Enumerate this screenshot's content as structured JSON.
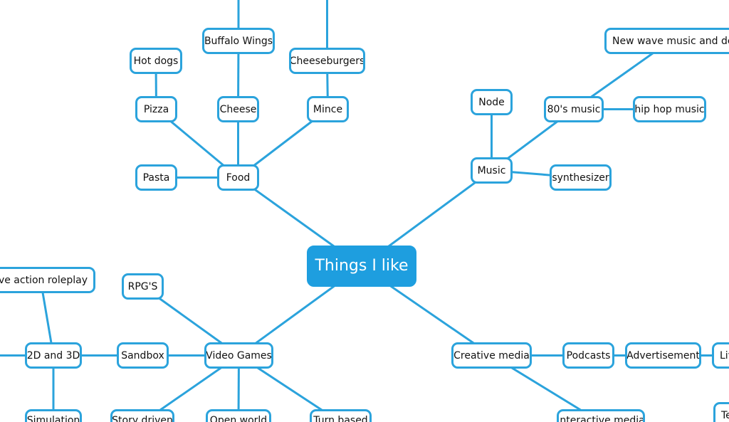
{
  "diagram": {
    "colors": {
      "link": "#2ba3dc",
      "root_fill": "#1e9edf",
      "node_fill": "#ffffff",
      "node_text": "#111111"
    },
    "nodes": [
      {
        "id": "root",
        "label": "Things  I like"
      },
      {
        "id": "food",
        "label": "Food"
      },
      {
        "id": "pasta",
        "label": "Pasta"
      },
      {
        "id": "pizza",
        "label": "Pizza"
      },
      {
        "id": "hotdogs",
        "label": "Hot dogs"
      },
      {
        "id": "cheese",
        "label": "Cheese"
      },
      {
        "id": "buffalo",
        "label": "Buffalo Wings"
      },
      {
        "id": "mince",
        "label": "Mince"
      },
      {
        "id": "cheeseburgers",
        "label": "Cheeseburgers"
      },
      {
        "id": "music",
        "label": "Music"
      },
      {
        "id": "node",
        "label": "Node"
      },
      {
        "id": "80s",
        "label": "80's music"
      },
      {
        "id": "newwave",
        "label": "New wave music and devo"
      },
      {
        "id": "hiphop",
        "label": "hip hop music"
      },
      {
        "id": "synth",
        "label": "synthesizer"
      },
      {
        "id": "videogames",
        "label": "Video Games"
      },
      {
        "id": "rpgs",
        "label": "RPG'S"
      },
      {
        "id": "sandbox",
        "label": "Sandbox"
      },
      {
        "id": "2d3d",
        "label": "2D and 3D"
      },
      {
        "id": "liveaction",
        "label": "(live action   roleplay"
      },
      {
        "id": "simulation",
        "label": "Simulation"
      },
      {
        "id": "storydriven",
        "label": "Story driven"
      },
      {
        "id": "openworld",
        "label": "Open world"
      },
      {
        "id": "turnbased",
        "label": "Turn based"
      },
      {
        "id": "creative",
        "label": "Creative media"
      },
      {
        "id": "podcasts",
        "label": "Podcasts"
      },
      {
        "id": "advertisement",
        "label": "Advertisement"
      },
      {
        "id": "live",
        "label": "Live"
      },
      {
        "id": "interactive",
        "label": "Interactive media"
      },
      {
        "id": "te",
        "label": "Te"
      }
    ],
    "edges": [
      [
        "root",
        "food"
      ],
      [
        "root",
        "music"
      ],
      [
        "root",
        "videogames"
      ],
      [
        "root",
        "creative"
      ],
      [
        "food",
        "pasta"
      ],
      [
        "food",
        "pizza"
      ],
      [
        "food",
        "cheese"
      ],
      [
        "food",
        "mince"
      ],
      [
        "pizza",
        "hotdogs"
      ],
      [
        "cheese",
        "buffalo"
      ],
      [
        "mince",
        "cheeseburgers"
      ],
      [
        "music",
        "node"
      ],
      [
        "music",
        "80s"
      ],
      [
        "music",
        "synth"
      ],
      [
        "80s",
        "newwave"
      ],
      [
        "80s",
        "hiphop"
      ],
      [
        "videogames",
        "rpgs"
      ],
      [
        "videogames",
        "sandbox"
      ],
      [
        "videogames",
        "storydriven"
      ],
      [
        "videogames",
        "openworld"
      ],
      [
        "videogames",
        "turnbased"
      ],
      [
        "sandbox",
        "2d3d"
      ],
      [
        "2d3d",
        "liveaction"
      ],
      [
        "2d3d",
        "simulation"
      ],
      [
        "creative",
        "podcasts"
      ],
      [
        "creative",
        "interactive"
      ],
      [
        "podcasts",
        "advertisement"
      ],
      [
        "advertisement",
        "live"
      ]
    ]
  }
}
